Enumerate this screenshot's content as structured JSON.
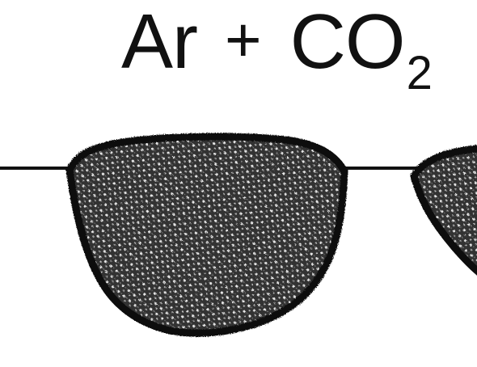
{
  "title": {
    "gas_a": "Ar",
    "plus": "+",
    "gas_b": "CO",
    "gas_b_subscript": "2"
  },
  "colors": {
    "ink": "#111111",
    "bead_fill": "#3a3a3a",
    "speckle": "#e6e6e6"
  }
}
